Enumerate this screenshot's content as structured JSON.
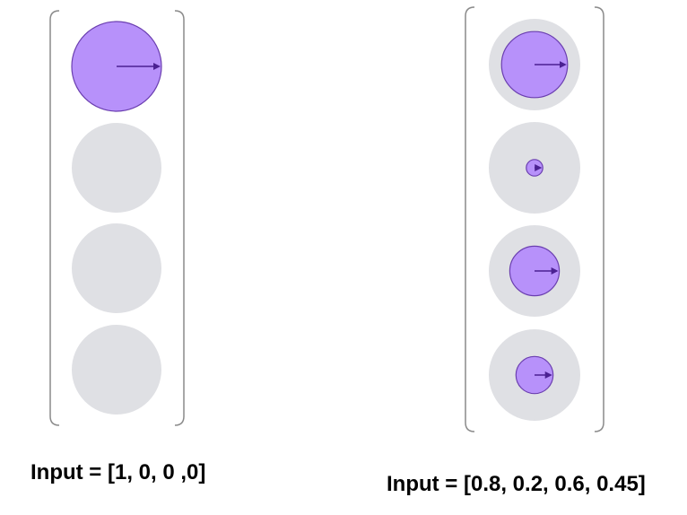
{
  "colors": {
    "bracket": "#8a8a8a",
    "slot": "#dfe0e4",
    "fill": "#b791fa",
    "stroke": "#6b3fb0",
    "arrow": "#4b2192",
    "text": "#000000"
  },
  "icons": {
    "slot": "circle-slot-icon",
    "fill": "filled-circle-icon",
    "arrow": "arrow-right-icon"
  },
  "vectors": [
    {
      "id": "left",
      "label": "Input = [1, 0, 0 ,0]",
      "values": [
        1,
        0,
        0,
        0
      ]
    },
    {
      "id": "right",
      "label": "Input = [0.8, 0.2, 0.6, 0.45]",
      "values": [
        0.8,
        0.2,
        0.6,
        0.45
      ]
    }
  ]
}
